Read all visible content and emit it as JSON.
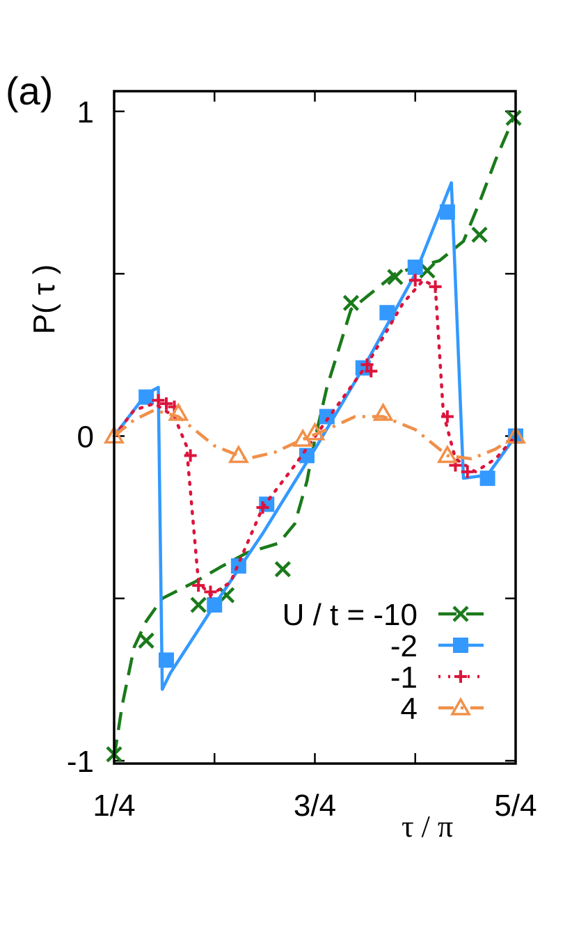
{
  "panel_label": "(a)",
  "chart_data": {
    "type": "line",
    "xlabel": "τ / π",
    "ylabel": "P( τ )",
    "xlim": [
      0.25,
      1.25
    ],
    "ylim": [
      -1,
      1
    ],
    "x_tick_values": [
      0.25,
      0.5,
      0.75,
      1.0,
      1.25
    ],
    "x_tick_labels": [
      "1/4",
      "",
      "3/4",
      "",
      "5/4"
    ],
    "y_tick_values": [
      -1,
      -0.5,
      0,
      0.5,
      1
    ],
    "y_tick_labels": [
      "-1",
      "",
      "0",
      "",
      "1"
    ],
    "legend": {
      "position": "bottom-right",
      "title_prefix": "U / t = "
    },
    "series": [
      {
        "name": "-10",
        "label": "U / t = -10",
        "color": "#1a7a1a",
        "marker": "x",
        "dash": "dashed",
        "curve": [
          [
            0.25,
            -0.99
          ],
          [
            0.27,
            -0.83
          ],
          [
            0.3,
            -0.65
          ],
          [
            0.33,
            -0.57
          ],
          [
            0.37,
            -0.5
          ],
          [
            0.45,
            -0.45
          ],
          [
            0.52,
            -0.4
          ],
          [
            0.58,
            -0.36
          ],
          [
            0.66,
            -0.33
          ],
          [
            0.7,
            -0.27
          ],
          [
            0.73,
            -0.14
          ],
          [
            0.75,
            -0.01
          ],
          [
            0.78,
            0.15
          ],
          [
            0.84,
            0.39
          ],
          [
            0.88,
            0.43
          ],
          [
            0.95,
            0.5
          ],
          [
            1.0,
            0.52
          ],
          [
            1.06,
            0.54
          ],
          [
            1.12,
            0.6
          ],
          [
            1.16,
            0.72
          ],
          [
            1.2,
            0.85
          ],
          [
            1.245,
            0.98
          ]
        ],
        "markers": [
          [
            0.25,
            -0.98
          ],
          [
            0.33,
            -0.63
          ],
          [
            0.46,
            -0.52
          ],
          [
            0.53,
            -0.49
          ],
          [
            0.67,
            -0.41
          ],
          [
            0.84,
            0.41
          ],
          [
            0.95,
            0.49
          ],
          [
            1.03,
            0.51
          ],
          [
            1.16,
            0.62
          ],
          [
            1.245,
            0.98
          ]
        ]
      },
      {
        "name": "-2",
        "label": "-2",
        "color": "#3399ff",
        "marker": "square",
        "dash": "solid",
        "curve": [
          [
            0.25,
            0.0
          ],
          [
            0.33,
            0.13
          ],
          [
            0.36,
            0.15
          ],
          [
            0.37,
            -0.78
          ],
          [
            0.39,
            -0.73
          ],
          [
            0.5,
            -0.52
          ],
          [
            0.62,
            -0.3
          ],
          [
            0.75,
            -0.04
          ],
          [
            0.88,
            0.23
          ],
          [
            1.0,
            0.5
          ],
          [
            1.09,
            0.78
          ],
          [
            1.12,
            -0.13
          ],
          [
            1.18,
            -0.12
          ],
          [
            1.25,
            0.0
          ]
        ],
        "markers": [
          [
            0.33,
            0.12
          ],
          [
            0.38,
            -0.69
          ],
          [
            0.5,
            -0.52
          ],
          [
            0.56,
            -0.4
          ],
          [
            0.63,
            -0.21
          ],
          [
            0.73,
            -0.06
          ],
          [
            0.78,
            0.06
          ],
          [
            0.87,
            0.21
          ],
          [
            0.93,
            0.38
          ],
          [
            1.0,
            0.52
          ],
          [
            1.08,
            0.69
          ],
          [
            1.18,
            -0.13
          ],
          [
            1.25,
            0.0
          ]
        ]
      },
      {
        "name": "-1",
        "label": "-1",
        "color": "#dc143c",
        "marker": "plus",
        "dash": "dotted",
        "curve": [
          [
            0.25,
            0.0
          ],
          [
            0.3,
            0.08
          ],
          [
            0.35,
            0.1
          ],
          [
            0.4,
            0.06
          ],
          [
            0.43,
            -0.03
          ],
          [
            0.46,
            -0.45
          ],
          [
            0.49,
            -0.49
          ],
          [
            0.54,
            -0.45
          ],
          [
            0.62,
            -0.22
          ],
          [
            0.7,
            -0.09
          ],
          [
            0.78,
            0.05
          ],
          [
            0.88,
            0.22
          ],
          [
            0.97,
            0.41
          ],
          [
            1.02,
            0.48
          ],
          [
            1.05,
            0.46
          ],
          [
            1.07,
            0.07
          ],
          [
            1.1,
            -0.07
          ],
          [
            1.15,
            -0.11
          ],
          [
            1.2,
            -0.07
          ],
          [
            1.25,
            0.0
          ]
        ],
        "markers": [
          [
            0.36,
            0.11
          ],
          [
            0.38,
            0.1
          ],
          [
            0.4,
            0.09
          ],
          [
            0.44,
            -0.06
          ],
          [
            0.46,
            -0.46
          ],
          [
            0.49,
            -0.48
          ],
          [
            0.62,
            -0.22
          ],
          [
            0.88,
            0.22
          ],
          [
            0.89,
            0.2
          ],
          [
            1.0,
            0.48
          ],
          [
            1.05,
            0.46
          ],
          [
            1.08,
            0.06
          ],
          [
            1.1,
            -0.09
          ],
          [
            1.13,
            -0.11
          ]
        ]
      },
      {
        "name": "4",
        "label": "4",
        "color": "#f0904a",
        "marker": "triangle",
        "dash": "dashdot",
        "curve": [
          [
            0.25,
            0.0
          ],
          [
            0.3,
            0.05
          ],
          [
            0.35,
            0.08
          ],
          [
            0.41,
            0.06
          ],
          [
            0.5,
            -0.03
          ],
          [
            0.58,
            -0.07
          ],
          [
            0.65,
            -0.05
          ],
          [
            0.72,
            -0.01
          ],
          [
            0.78,
            0.02
          ],
          [
            0.85,
            0.06
          ],
          [
            0.92,
            0.06
          ],
          [
            1.0,
            0.02
          ],
          [
            1.08,
            -0.06
          ],
          [
            1.14,
            -0.07
          ],
          [
            1.2,
            -0.04
          ],
          [
            1.25,
            0.0
          ]
        ],
        "markers": [
          [
            0.25,
            0.0
          ],
          [
            0.41,
            0.07
          ],
          [
            0.56,
            -0.06
          ],
          [
            0.72,
            -0.01
          ],
          [
            0.75,
            0.01
          ],
          [
            0.92,
            0.07
          ],
          [
            1.08,
            -0.06
          ],
          [
            1.25,
            0.0
          ]
        ]
      }
    ]
  }
}
